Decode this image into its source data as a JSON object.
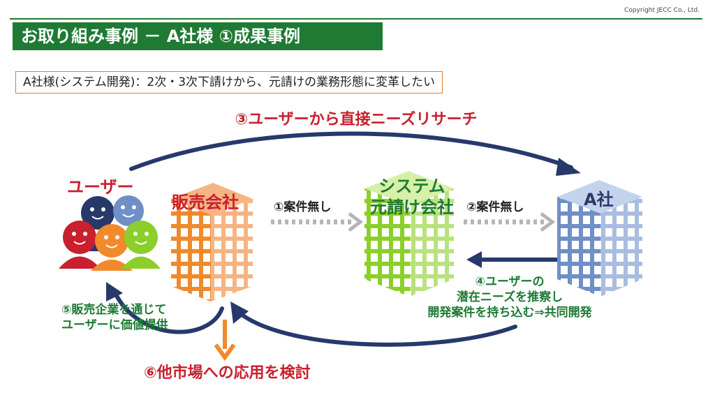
{
  "header": {
    "copyright": "Copyright JECC Co., Ltd.",
    "title": "お取り組み事例 － A社様 ①成果事例"
  },
  "subtitle": "A社様(システム開発)：2次・3次下請けから、元請けの業務形態に変革したい",
  "diagram": {
    "top_arrow_label": "③ユーザーから直接ニーズリサーチ",
    "user_label": "ユーザー",
    "hanbai_label": "販売会社",
    "system_label_1": "システム",
    "system_label_2": "元請け会社",
    "a_label": "A社",
    "flow1_label": "①案件無し",
    "flow2_label": "②案件無し",
    "step4_line1": "④ユーザーの",
    "step4_line2": "潜在ニーズを推察し",
    "step4_line3": "開発案件を持ち込む⇒共同開発",
    "step5_line1": "⑤販売企業を通じて",
    "step5_line2": "ユーザーに価値提供",
    "step6_label": "⑥他市場への応用を検討"
  },
  "colors": {
    "brand_green": "#1f7a34",
    "accent_red": "#c8202e",
    "navy_arrow": "#27396b",
    "orange": "#f08a2c",
    "gray_arrow": "#b5b5b5"
  }
}
